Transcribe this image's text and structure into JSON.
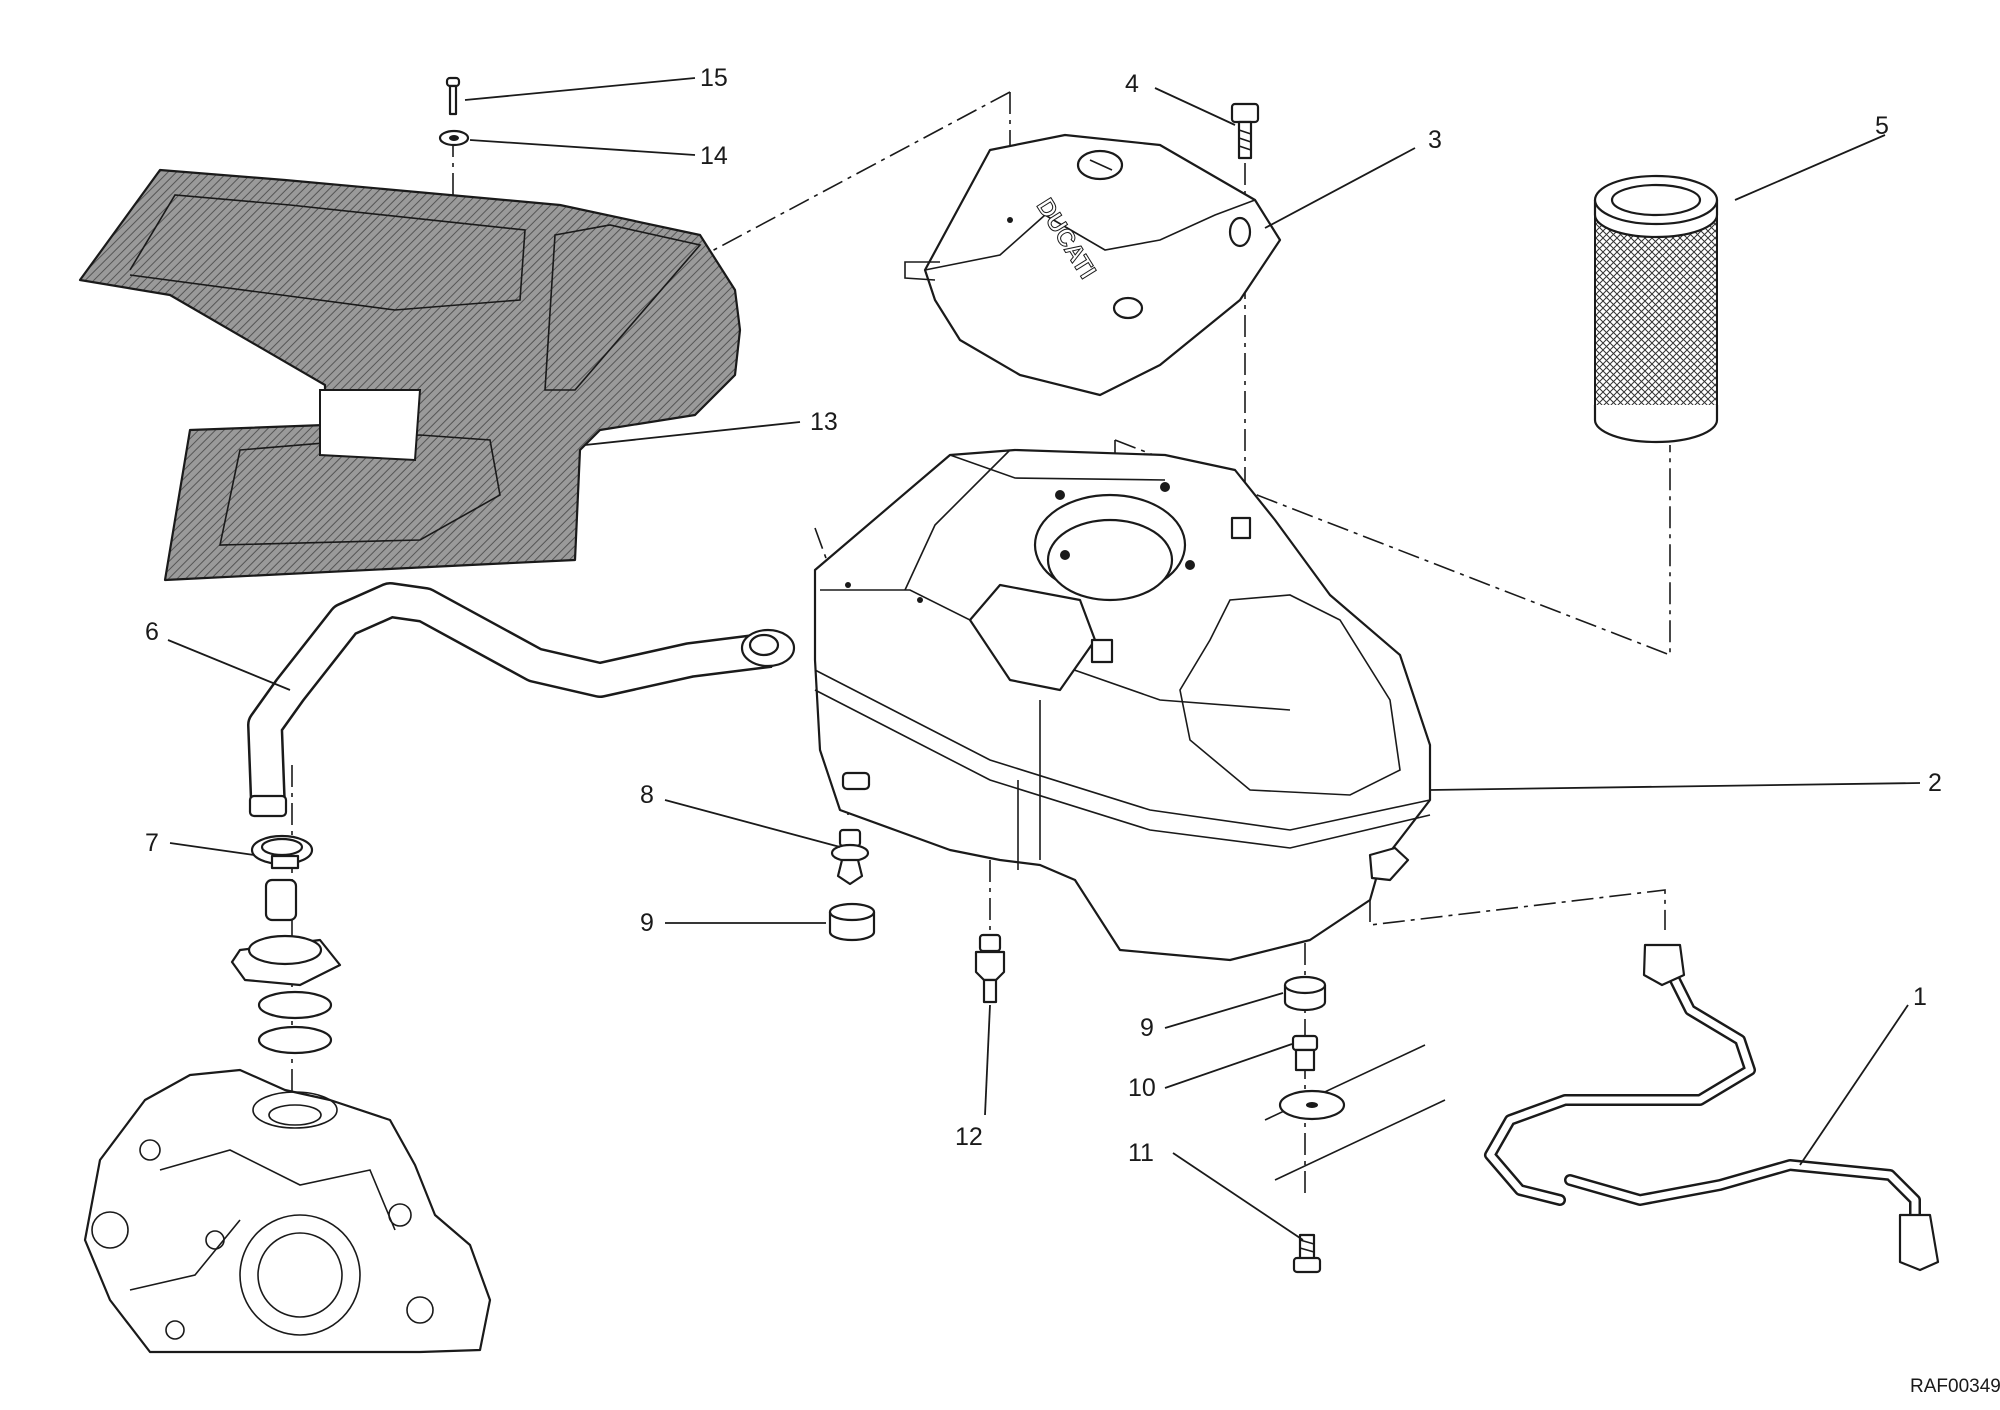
{
  "drawing_code": "RAF00349",
  "brand_marking": "DUCATI",
  "colors": {
    "line": "#1a1a1a",
    "background": "#ffffff",
    "shading": "#8a8a8a"
  },
  "callouts": [
    {
      "id": "1",
      "label": "1"
    },
    {
      "id": "2",
      "label": "2"
    },
    {
      "id": "3",
      "label": "3"
    },
    {
      "id": "4",
      "label": "4"
    },
    {
      "id": "5",
      "label": "5"
    },
    {
      "id": "6",
      "label": "6"
    },
    {
      "id": "7",
      "label": "7"
    },
    {
      "id": "8",
      "label": "8"
    },
    {
      "id": "9a",
      "label": "9"
    },
    {
      "id": "9b",
      "label": "9"
    },
    {
      "id": "10",
      "label": "10"
    },
    {
      "id": "11",
      "label": "11"
    },
    {
      "id": "12",
      "label": "12"
    },
    {
      "id": "13",
      "label": "13"
    },
    {
      "id": "14",
      "label": "14"
    },
    {
      "id": "15",
      "label": "15"
    }
  ]
}
